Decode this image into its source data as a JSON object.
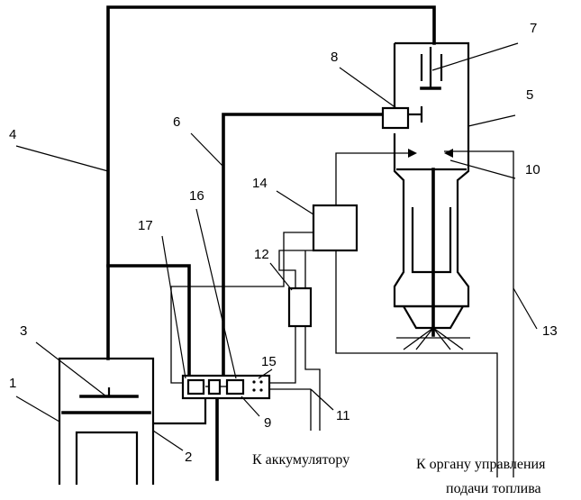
{
  "captions": {
    "accumulator": "К аккумулятору",
    "fuel_control_line1": "К органу управления",
    "fuel_control_line2": "подачи топлива"
  },
  "labels": {
    "n1": "1",
    "n2": "2",
    "n3": "3",
    "n4": "4",
    "n5": "5",
    "n6": "6",
    "n7": "7",
    "n8": "8",
    "n9": "9",
    "n10": "10",
    "n11": "11",
    "n12": "12",
    "n13": "13",
    "n14": "14",
    "n15": "15",
    "n16": "16",
    "n17": "17"
  }
}
